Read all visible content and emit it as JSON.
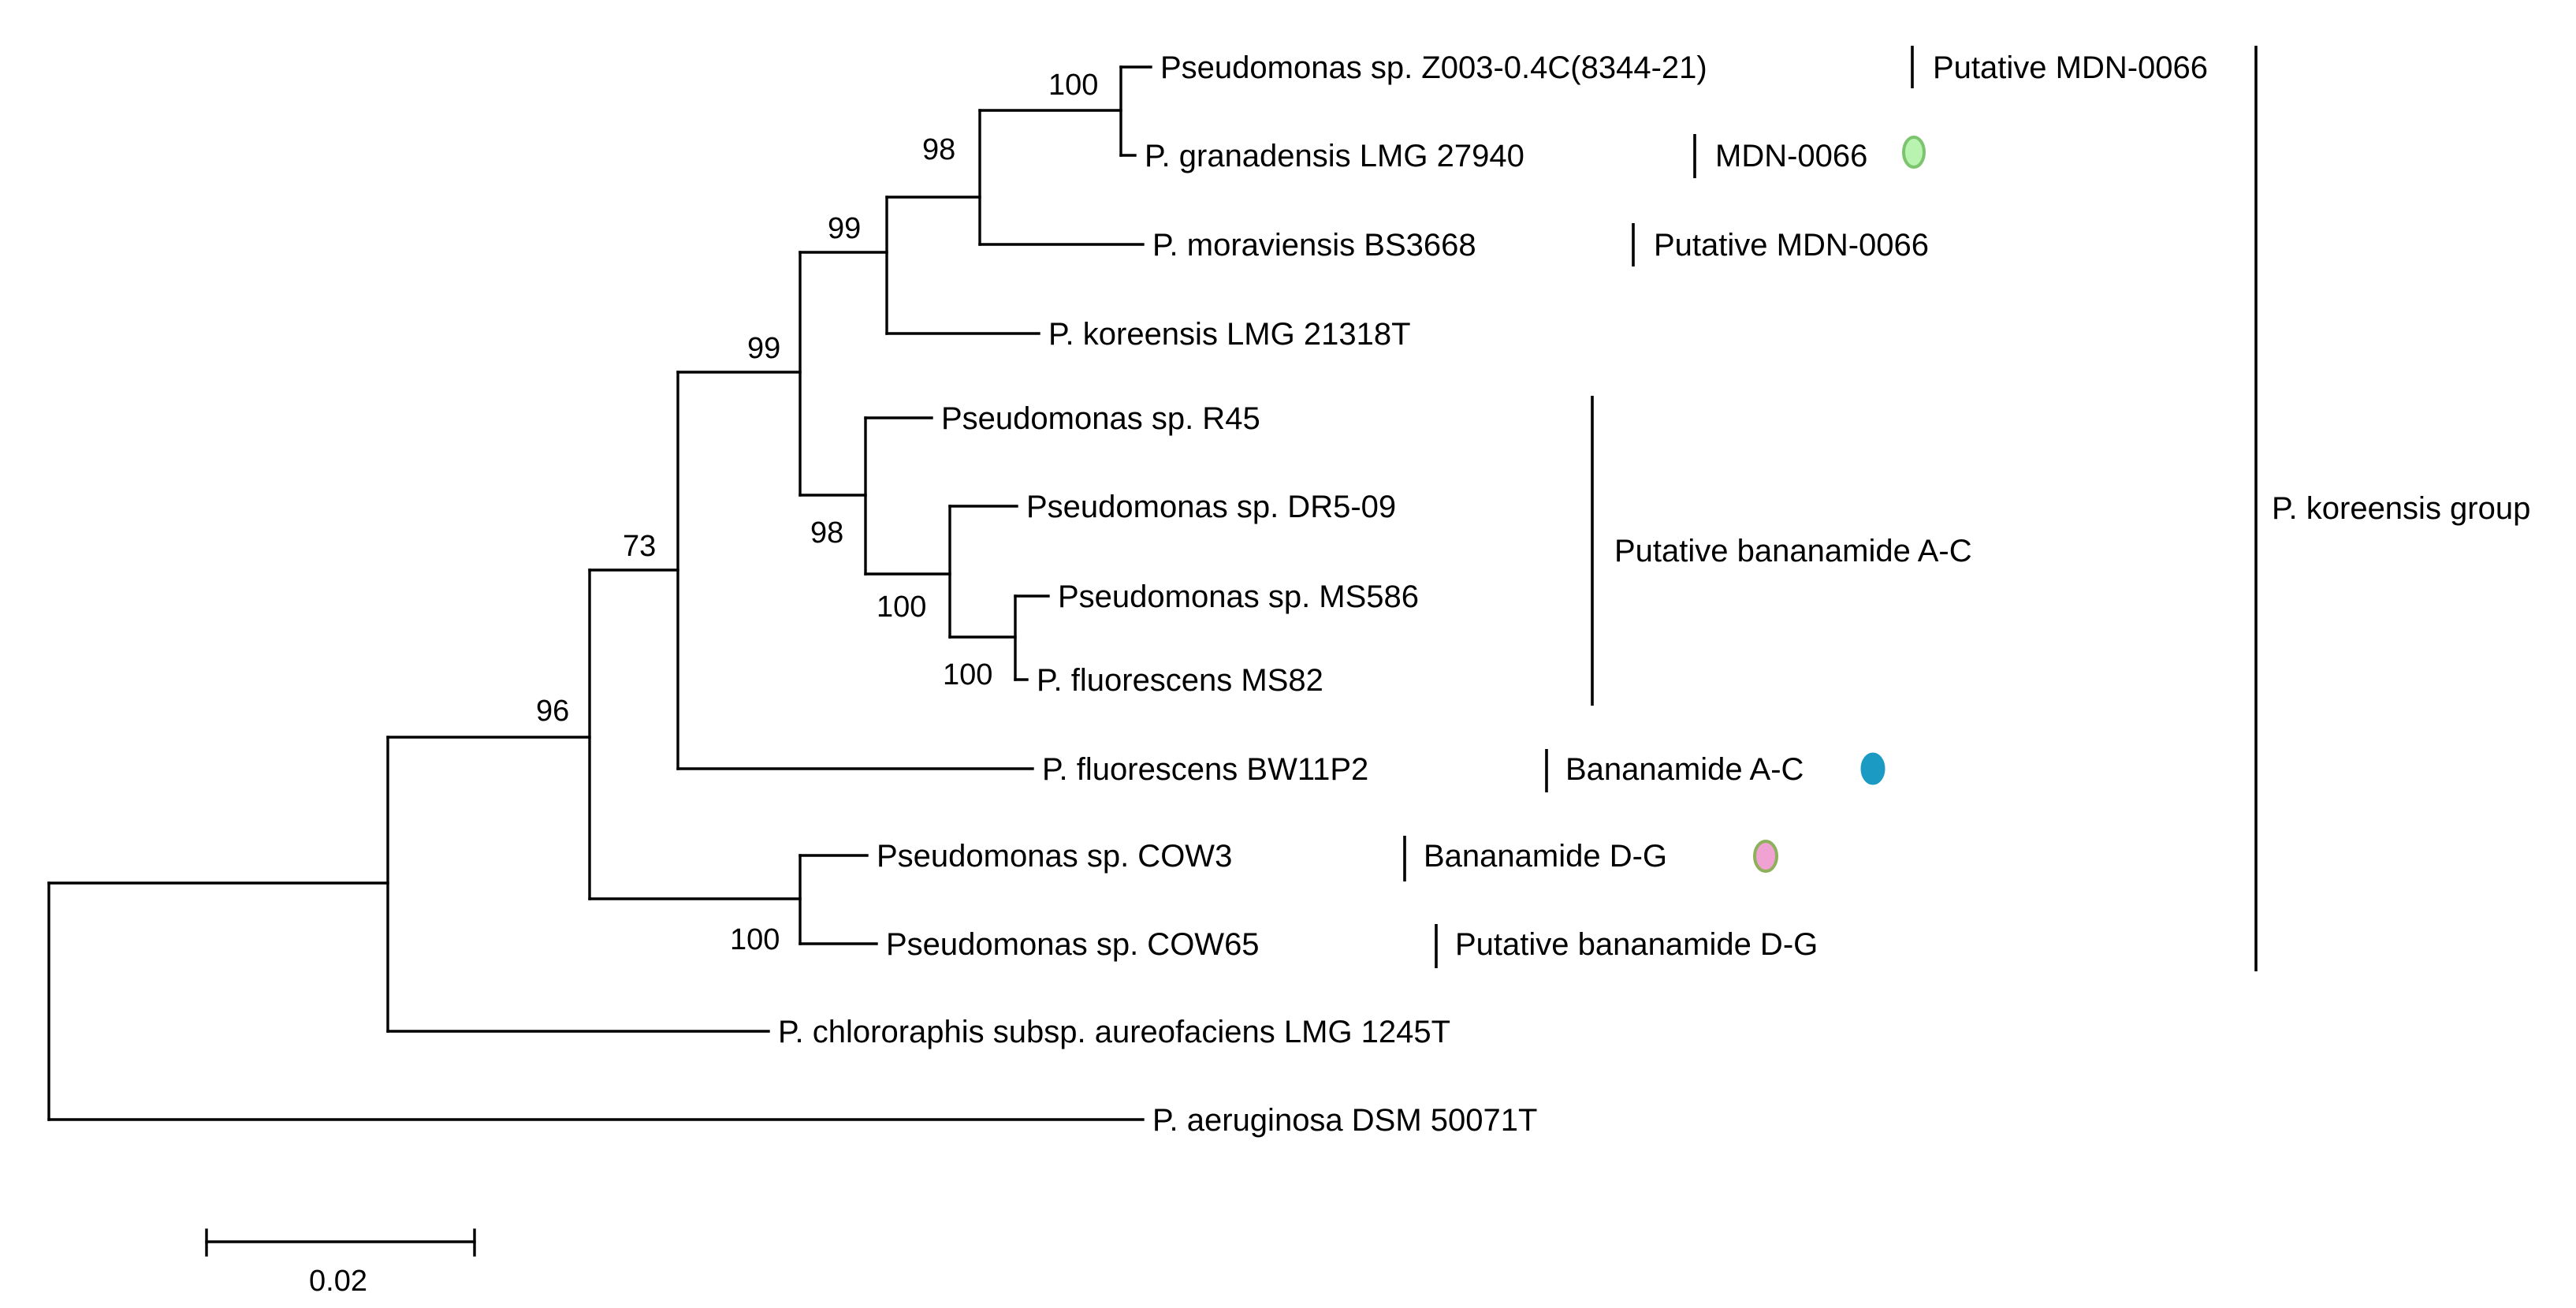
{
  "taxa": [
    {
      "id": "t1",
      "label": "Pseudomonas sp. Z003-0.4C(8344-21)"
    },
    {
      "id": "t2",
      "label": "P. granadensis LMG 27940"
    },
    {
      "id": "t3",
      "label": "P. moraviensis BS3668"
    },
    {
      "id": "t4",
      "label": "P. koreensis LMG 21318T"
    },
    {
      "id": "t5",
      "label": "Pseudomonas sp. R45"
    },
    {
      "id": "t6",
      "label": "Pseudomonas sp. DR5-09"
    },
    {
      "id": "t7",
      "label": "Pseudomonas sp. MS586"
    },
    {
      "id": "t8",
      "label": "P. fluorescens MS82"
    },
    {
      "id": "t9",
      "label": "P. fluorescens BW11P2"
    },
    {
      "id": "t10",
      "label": "Pseudomonas sp. COW3"
    },
    {
      "id": "t11",
      "label": "Pseudomonas sp. COW65"
    },
    {
      "id": "t12",
      "label": "P. chlororaphis subsp. aureofaciens LMG 1245T"
    },
    {
      "id": "t13",
      "label": "P. aeruginosa  DSM 50071T"
    }
  ],
  "bootstrap": [
    {
      "node": "t1_t2",
      "value": "100"
    },
    {
      "node": "t1_t3",
      "value": "98"
    },
    {
      "node": "t1_t4",
      "value": "99"
    },
    {
      "node": "t1_t8",
      "value": "99"
    },
    {
      "node": "t5_t8",
      "value": "98"
    },
    {
      "node": "t6_t8",
      "value": "100"
    },
    {
      "node": "t7_t8",
      "value": "100"
    },
    {
      "node": "t1_t9",
      "value": "73"
    },
    {
      "node": "t10_t11",
      "value": "100"
    },
    {
      "node": "t1_t11",
      "value": "96"
    }
  ],
  "annotations": [
    {
      "target": "t1",
      "label": "Putative MDN-0066"
    },
    {
      "target": "t2",
      "label": "MDN-0066",
      "marker_color": "#b8f3b0",
      "marker_stroke": "#7cc46e"
    },
    {
      "target": "t3",
      "label": "Putative MDN-0066"
    },
    {
      "target": "t5-t8",
      "label": "Putative bananamide A-C"
    },
    {
      "target": "t9",
      "label": "Bananamide A-C",
      "marker_color": "#1b9ac3",
      "marker_stroke": "#1b9ac3"
    },
    {
      "target": "t10",
      "label": "Bananamide D-G",
      "marker_color": "#f0a3d2",
      "marker_stroke": "#8fb05a"
    },
    {
      "target": "t11",
      "label": "Putative bananamide D-G"
    }
  ],
  "group": {
    "label": "P. koreensis group"
  },
  "scale_bar": {
    "label": "0.02",
    "value": 0.02
  }
}
